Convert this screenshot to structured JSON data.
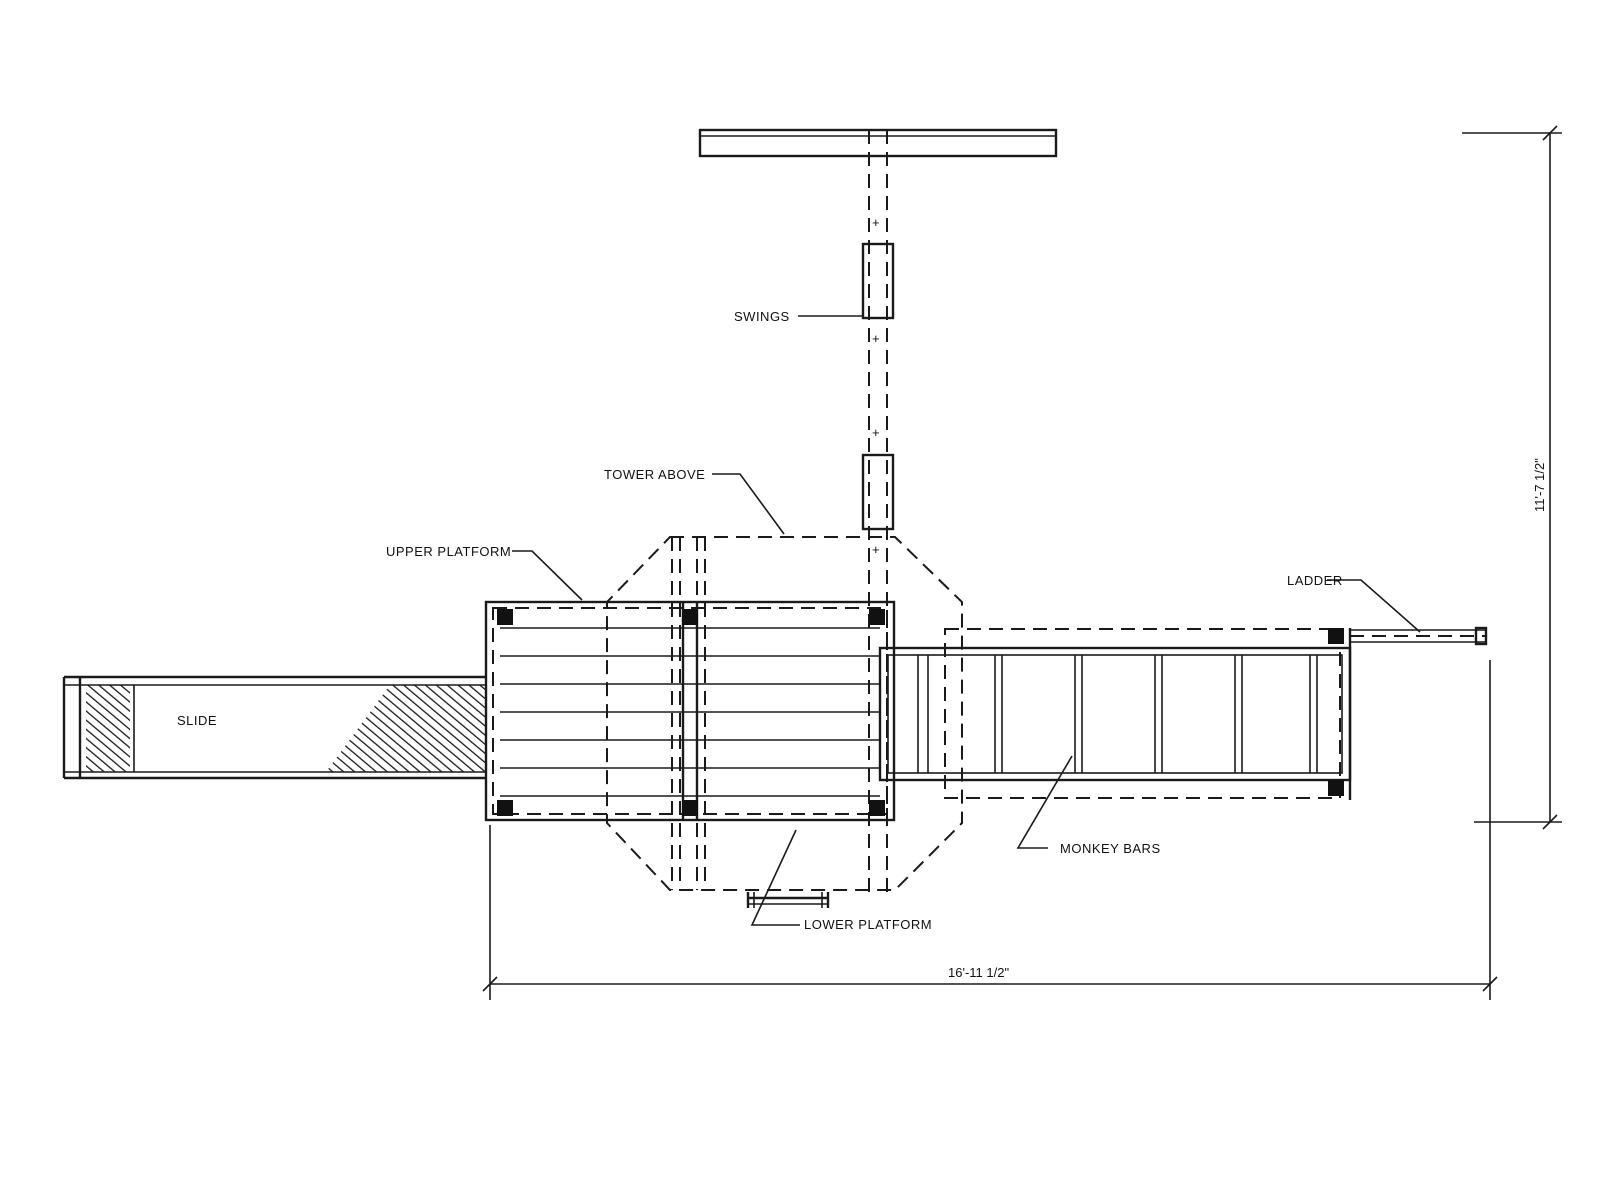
{
  "labels": {
    "swings": "SWINGS",
    "tower_above": "TOWER ABOVE",
    "upper_platform": "UPPER PLATFORM",
    "slide": "SLIDE",
    "ladder": "LADDER",
    "monkey_bars": "MONKEY BARS",
    "lower_platform": "LOWER PLATFORM"
  },
  "dimensions": {
    "overall_width": "16'-11 1/2\"",
    "overall_depth": "11'-7 1/2\""
  }
}
